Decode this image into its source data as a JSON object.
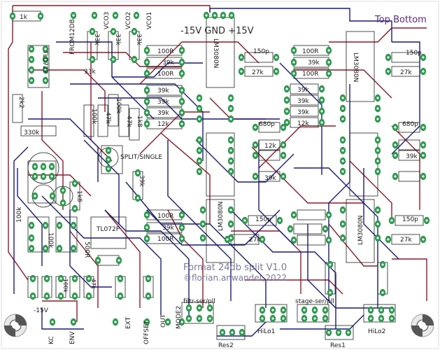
{
  "board": {
    "corner_label": "Top Bottom",
    "rail_label": "-15V  GND  +15V",
    "title": "Format 24db split V1.0",
    "credit": "©florian.anwander,2022",
    "colors": {
      "pad": "#2f9a50",
      "trace_top": "#8a1a2a",
      "trace_bottom": "#1a1a7a",
      "silkscreen": "#1a1a1a",
      "title": "#7a7a9a"
    }
  },
  "labels": {
    "r_1k": "1k",
    "from12db": "FROM12DB",
    "vco3": "VCO3",
    "vco2": "VCO2",
    "vco1": "VCO1",
    "tl072p_a": "TL072P",
    "tl072p_b": "TL072P",
    "r_2k2": "2k2",
    "r_330k": "330k",
    "r_33k_a": "33k",
    "r_33k_b": "33k",
    "r_33k_c": "33k",
    "r_33k_d": "33k",
    "r_100r_a": "100R",
    "r_100r_b": "100R",
    "r_100r_c": "100R",
    "r_100r_d": "100R",
    "r_100r_e": "100R",
    "r_100r_f": "100R",
    "r_39k_a": "39k",
    "r_39k_b": "39k",
    "r_39k_c": "39k",
    "r_39k_d": "39k",
    "r_39k_e": "39k",
    "r_39k_f": "39k",
    "r_39k_g": "39k",
    "r_39k_h": "39k",
    "r_39k_i": "39k",
    "r_39k_j": "39k",
    "r_39k_k": "39k",
    "r_39k_l": "39k",
    "r_12k_a": "12k",
    "r_12k_b": "12k",
    "r_12k_c": "12k",
    "r_27k_a": "27k",
    "r_27k_b": "27k",
    "r_27k_c": "27k",
    "r_27k_d": "27k",
    "r_100k_a": "100k",
    "r_100k_b": "100k",
    "r_100k_c": "100k",
    "r_100k_d": "100k",
    "r_100k_e": "100k",
    "r_47k_a": "47k",
    "r_47k_b": "47k",
    "r_47k_c": "47k",
    "r_1k8_a": "1k8",
    "r_1k8_b": "1k8",
    "r_500r": "500R",
    "c_150p_a": "150p",
    "c_150p_b": "150p",
    "c_150p_c": "150p",
    "c_150p_d": "150p",
    "c_680p_a": "680p",
    "c_680p_b": "680p",
    "lm3080n_a": "LM3080N",
    "lm3080n_b": "LM3080N",
    "lm3080n_c": "LM3080N",
    "lm3080n_d": "LM3080N",
    "split_single": "SPLIT/SINGLE",
    "minus15v": "-15V",
    "kc": "KC",
    "env": "ENV",
    "ext": "EXT",
    "offset": "OFFSET",
    "out": "OUT",
    "mode2": "MODE2",
    "filtr_ser_pll": "filtr-ser/pll",
    "stage_ser_pll": "stage-ser/pll",
    "hilo1": "HiLo1",
    "hilo2": "HiLo2",
    "res1": "Res1",
    "res2": "Res2"
  }
}
